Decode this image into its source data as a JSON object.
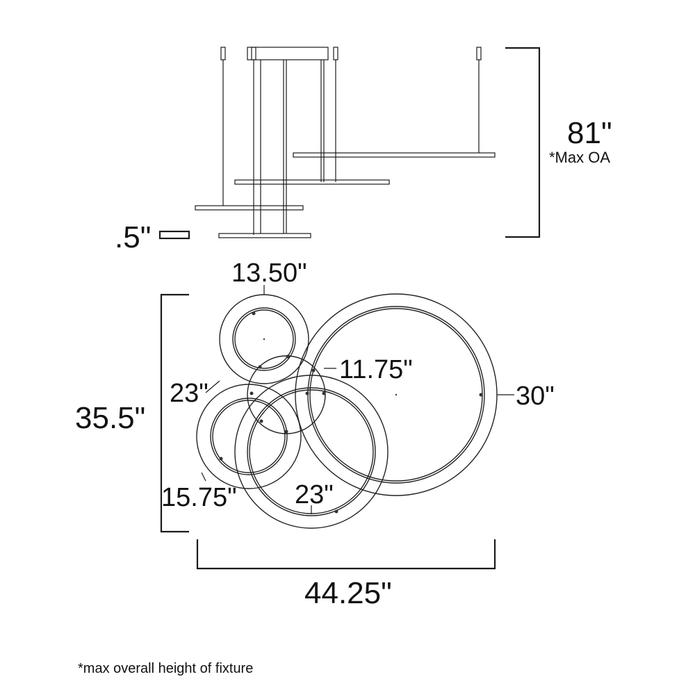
{
  "labels": {
    "height": "81\"",
    "height_note": "*Max OA",
    "thickness": ".5\"",
    "top_ring": "13.50\"",
    "center_ring": "11.75\"",
    "large_ring": "30\"",
    "left_ring_a": "23\"",
    "left_ring_b": "15.75\"",
    "bottom_ring": "23\"",
    "depth": "35.5\"",
    "width": "44.25\""
  },
  "footnote": "*max overall height of fixture"
}
